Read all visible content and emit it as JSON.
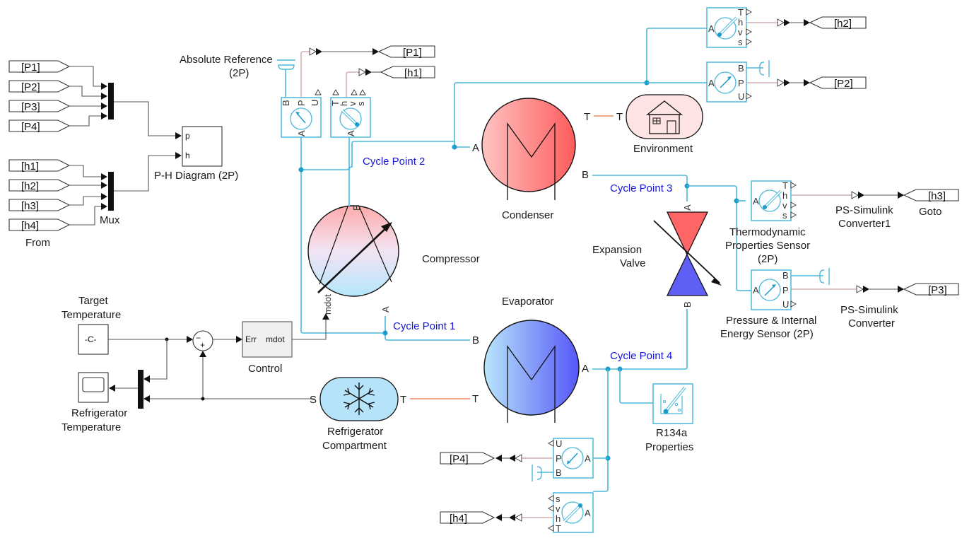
{
  "diagram": {
    "type": "simulink-model",
    "title": "Refrigerator two-phase fluid model"
  },
  "colors": {
    "two_phase_line": "#4ab8dc",
    "physical_signal_line": "#c8a0a0",
    "thermal_line": "#f08a60",
    "cycle_label": "#1515d6",
    "condenser_hot": "#fe6060",
    "evaporator_cold": "#5b5bfa",
    "environment_fill": "#fde3e3",
    "compartment_fill": "#b5e3f9"
  },
  "from_blocks": {
    "tags": [
      "[P1]",
      "[P2]",
      "[P3]",
      "[P4]",
      "[h1]",
      "[h2]",
      "[h3]",
      "[h4]"
    ],
    "label": "From"
  },
  "mux": {
    "label": "Mux"
  },
  "ph_diagram": {
    "label": "P-H Diagram (2P)",
    "ports": [
      "p",
      "h"
    ]
  },
  "absolute_reference": {
    "label_line1": "Absolute Reference",
    "label_line2": "(2P)"
  },
  "sensors": {
    "pressure_ports": [
      "B",
      "P",
      "U",
      "A"
    ],
    "thermo_ports": [
      "T",
      "h",
      "v",
      "s",
      "A"
    ]
  },
  "goto_blocks": {
    "p1": "[P1]",
    "h1": "[h1]",
    "h2": "[h2]",
    "p2": "[P2]",
    "h3": "[h3]",
    "p3": "[P3]",
    "p4": "[P4]",
    "h4": "[h4]",
    "goto_label": "Goto"
  },
  "cycle_points": [
    "Cycle Point 1",
    "Cycle Point 2",
    "Cycle Point 3",
    "Cycle Point 4"
  ],
  "condenser": {
    "label": "Condenser",
    "port_a": "A",
    "port_b": "B",
    "port_t": "T"
  },
  "environment": {
    "label": "Environment",
    "port": "T"
  },
  "compressor": {
    "label": "Compressor",
    "port_a": "A",
    "port_b": "B",
    "port_mdot": "mdot"
  },
  "expansion_valve": {
    "label_line1": "Expansion",
    "label_line2": "Valve",
    "port_a": "A",
    "port_b": "B"
  },
  "evaporator": {
    "label": "Evaporator",
    "port_a": "A",
    "port_b": "B",
    "port_t": "T"
  },
  "thermo_sensor_3": {
    "label_line1": "Thermodynamic",
    "label_line2": "Properties Sensor",
    "label_line3": "(2P)"
  },
  "pressure_sensor_3": {
    "label_line1": "Pressure & Internal",
    "label_line2": "Energy Sensor (2P)"
  },
  "ps_converter1": {
    "label_line1": "PS-Simulink",
    "label_line2": "Converter1"
  },
  "ps_converter": {
    "label_line1": "PS-Simulink",
    "label_line2": "Converter"
  },
  "r134a": {
    "label_line1": "R134a",
    "label_line2": "Properties"
  },
  "target_temperature": {
    "label_line1": "Target",
    "label_line2": "Temperature",
    "value": "-C-"
  },
  "sum": {
    "signs": [
      "−",
      "+"
    ]
  },
  "control": {
    "label": "Control",
    "in_port": "Err",
    "out_port": "mdot"
  },
  "scope": {
    "label_line1": "Refrigerator",
    "label_line2": "Temperature"
  },
  "compartment": {
    "label_line1": "Refrigerator",
    "label_line2": "Compartment",
    "port_s": "S",
    "port_t": "T"
  }
}
